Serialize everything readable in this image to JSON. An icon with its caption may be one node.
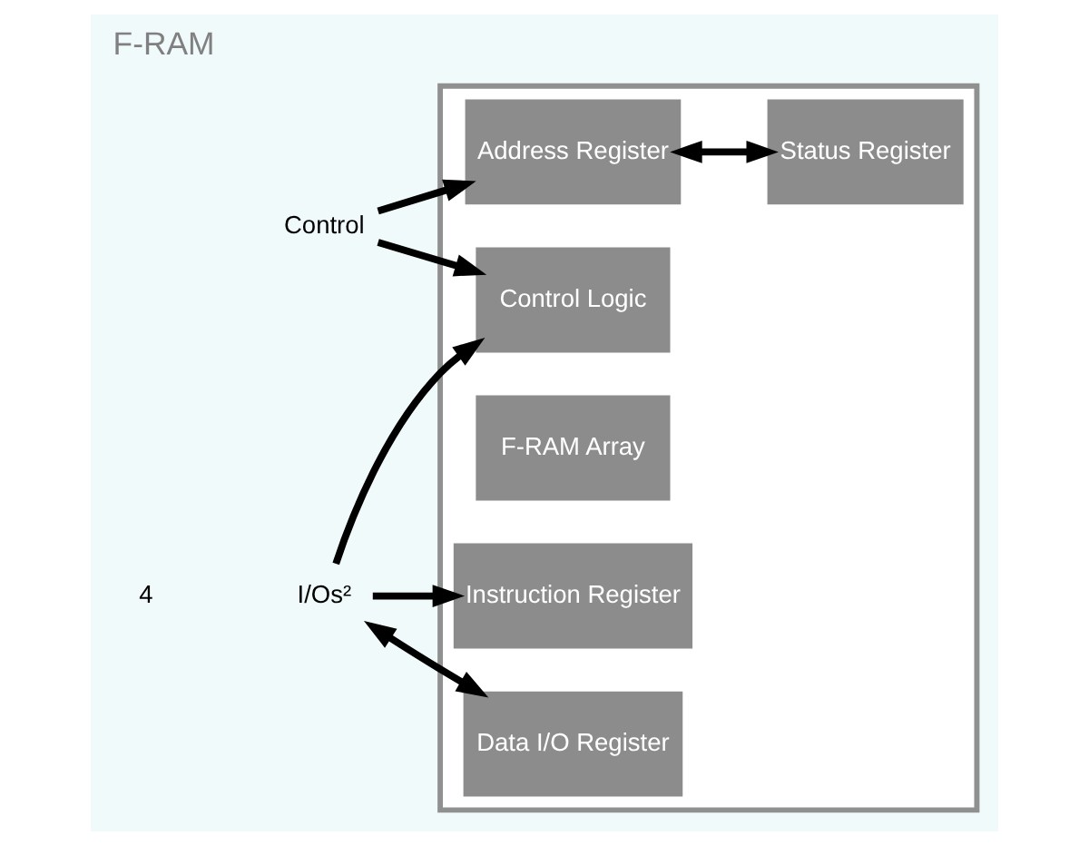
{
  "diagram": {
    "title": "F-RAM",
    "nodes": [
      {
        "text": [],
        "shape": "box"
      },
      {
        "text": [
          "Control"
        ]
      },
      {
        "text": [
          "Control Logic"
        ],
        "in": 0
      },
      {
        "text": [
          "Instruction Register"
        ],
        "in": 0
      },
      {
        "text": [
          "F-RAM Array"
        ],
        "in": 0
      },
      {
        "text": [
          "Address Register"
        ],
        "in": 0
      },
      {
        "text": [
          "I/Os²"
        ]
      },
      {
        "text": [
          "Data I/O Register"
        ],
        "in": 0
      },
      {
        "text": [
          "Status Register"
        ],
        "in": 0
      }
    ],
    "edges": [
      {
        "from": 1,
        "to": 2,
        "arrow": "to"
      },
      {
        "from": 1,
        "to": 5,
        "arrow": "to"
      },
      {
        "from": 6,
        "to": 2,
        "arrow": "to"
      },
      {
        "from": 6,
        "to": 3,
        "arrow": "to"
      },
      {
        "from": 6,
        "to": 7,
        "arrow": "both"
      },
      {
        "from": 5,
        "to": 8,
        "arrow": "both"
      }
    ],
    "labels": [
      "4"
    ]
  }
}
